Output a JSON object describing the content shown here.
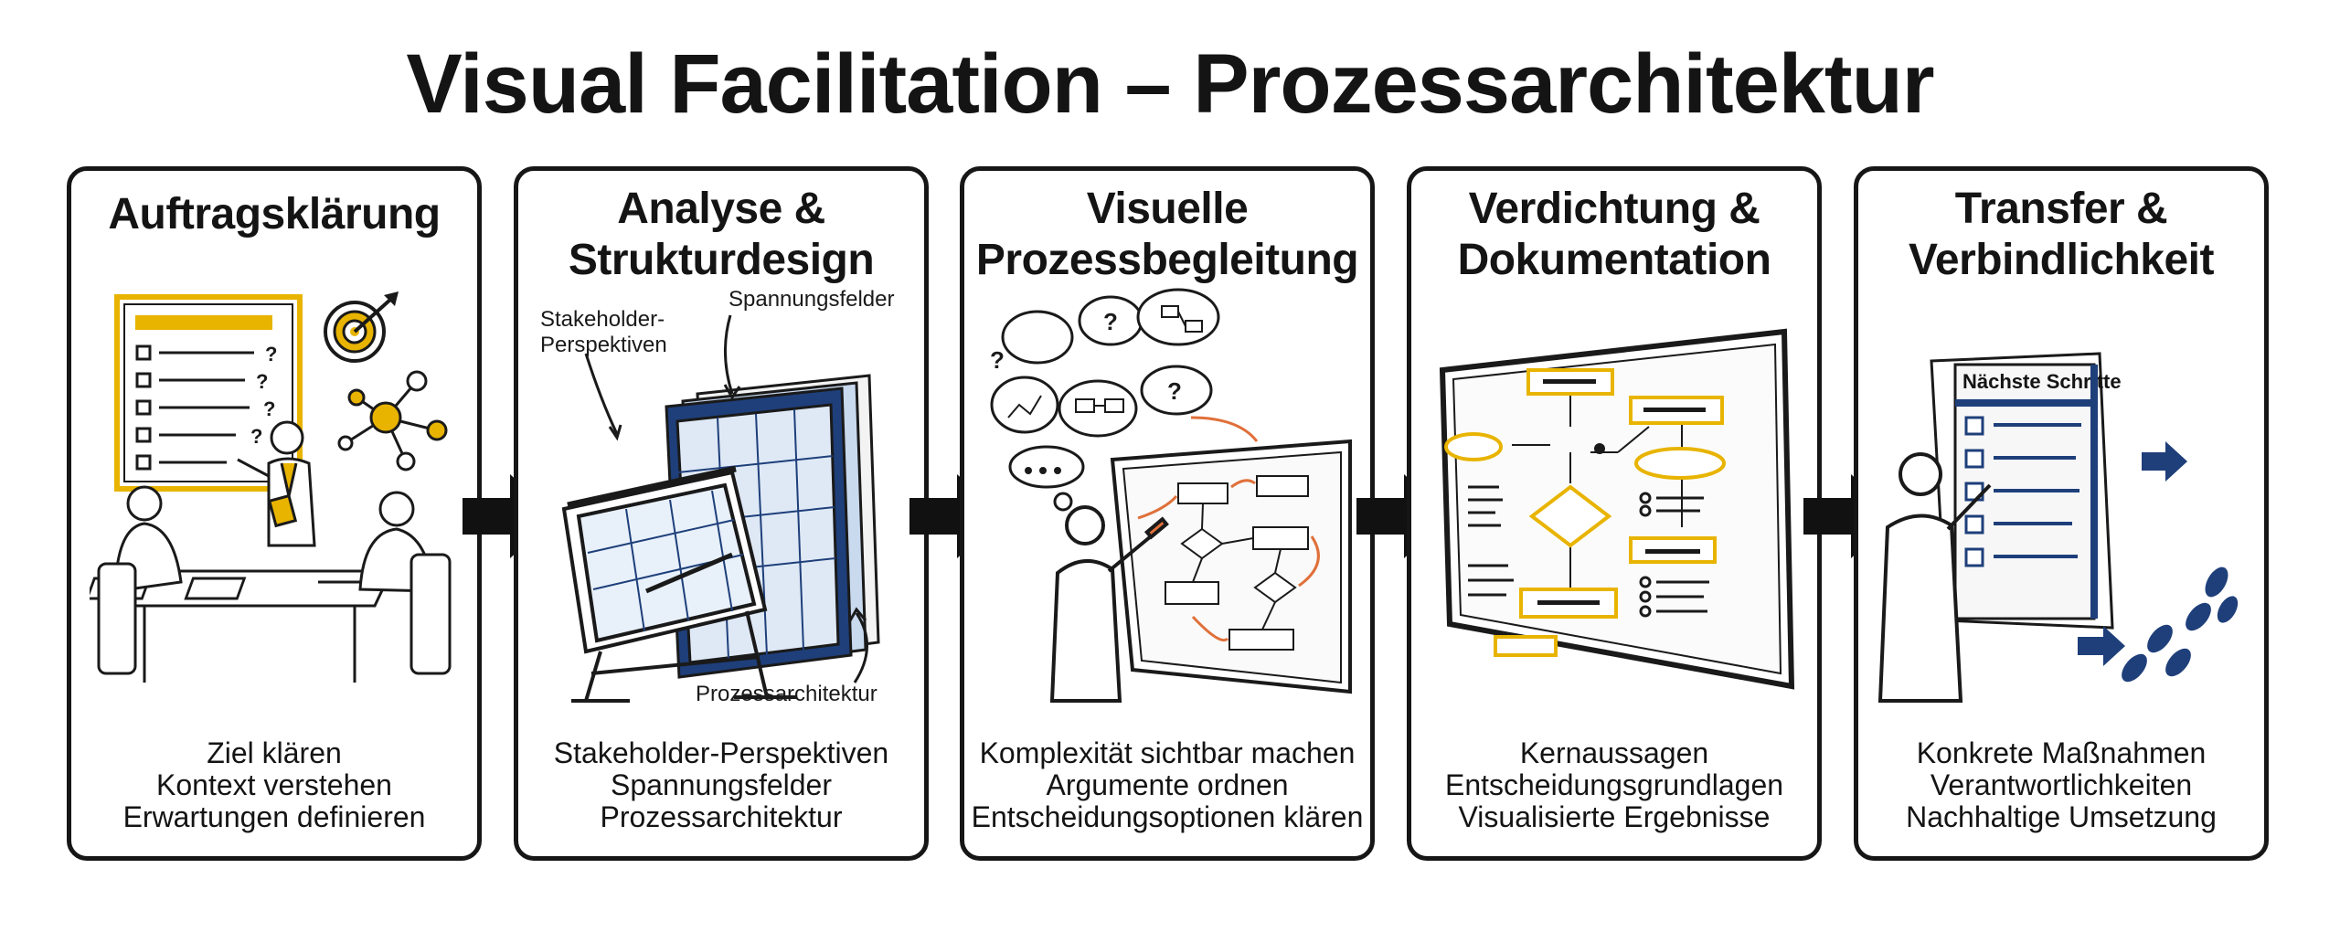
{
  "title": "Visual Facilitation – Prozessarchitektur",
  "colors": {
    "accent": "#E8B400",
    "navy": "#1E3F7A",
    "ink": "#161616",
    "orange": "#E0703A"
  },
  "steps": [
    {
      "title": [
        "Auftragsklärung"
      ],
      "description": [
        "Ziel klären",
        "Kontext verstehen",
        "Erwartungen definieren"
      ],
      "icons": [
        "flipchart-checklist-icon",
        "target-icon",
        "network-icon",
        "meeting-table-icon"
      ]
    },
    {
      "title": [
        "Analyse &",
        "Strukturdesign"
      ],
      "description": [
        "Stakeholder-Perspektiven",
        "Spannungsfelder",
        "Prozessarchitektur"
      ],
      "labels": {
        "stakeholder": [
          "Stakeholder-",
          "Perspektiven"
        ],
        "tension": "Spannungsfelder",
        "architecture": "Prozessarchitektur"
      },
      "icons": [
        "drafting-table-icon",
        "layered-grids-icon"
      ]
    },
    {
      "title": [
        "Visuelle",
        "Prozessbegleitung"
      ],
      "description": [
        "Komplexität sichtbar machen",
        "Argumente ordnen",
        "Entscheidungsoptionen klären"
      ],
      "icons": [
        "thought-bubbles-icon",
        "whiteboard-flowchart-icon",
        "presenter-icon"
      ]
    },
    {
      "title": [
        "Verdichtung &",
        "Dokumentation"
      ],
      "description": [
        "Kernaussagen",
        "Entscheidungsgrundlagen",
        "Visualisierte Ergebnisse"
      ],
      "icons": [
        "board-flowchart-icon"
      ]
    },
    {
      "title": [
        "Transfer &",
        "Verbindlichkeit"
      ],
      "description": [
        "Konkrete Maßnahmen",
        "Verantwortlichkeiten",
        "Nachhaltige Umsetzung"
      ],
      "labels": {
        "board": "Nächste Schritte"
      },
      "icons": [
        "next-steps-board-icon",
        "footsteps-icon",
        "arrow-right-icon"
      ]
    }
  ]
}
